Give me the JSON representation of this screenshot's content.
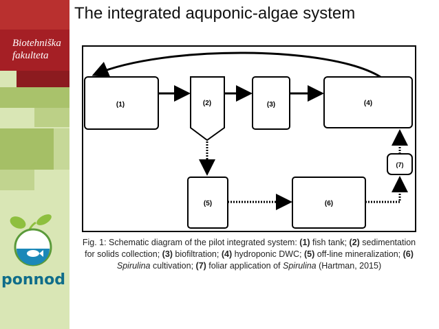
{
  "sidebar": {
    "university_line1": "Biotehniška",
    "university_line2": "fakulteta",
    "logo_name": "ponnod",
    "logo_icon": "sprout-fish-logo"
  },
  "slide": {
    "title": "The integrated aquponic-algae system"
  },
  "diagram": {
    "nodes": [
      {
        "id": "n1",
        "label": "(1)"
      },
      {
        "id": "n2",
        "label": "(2)"
      },
      {
        "id": "n3",
        "label": "(3)"
      },
      {
        "id": "n4",
        "label": "(4)"
      },
      {
        "id": "n5",
        "label": "(5)"
      },
      {
        "id": "n6",
        "label": "(6)"
      },
      {
        "id": "n7",
        "label": "(7)"
      }
    ],
    "edges": [
      {
        "from": "n1",
        "to": "n2",
        "style": "solid"
      },
      {
        "from": "n2",
        "to": "n3",
        "style": "solid"
      },
      {
        "from": "n3",
        "to": "n4",
        "style": "solid"
      },
      {
        "from": "n4",
        "to": "n1",
        "style": "solid-curved"
      },
      {
        "from": "n2",
        "to": "n5",
        "style": "dotted"
      },
      {
        "from": "n5",
        "to": "n6",
        "style": "dotted"
      },
      {
        "from": "n6",
        "to": "n7",
        "style": "dotted"
      },
      {
        "from": "n7",
        "to": "n4",
        "style": "dotted"
      }
    ]
  },
  "caption": {
    "t1": "Fig. 1: Schematic diagram of the pilot integrated system: ",
    "n1": "(1)",
    "t2": " fish tank; ",
    "n2": "(2)",
    "t3": " sedimentation for solids collection; ",
    "n3": "(3)",
    "t4": " biofiltration; ",
    "n4": "(4)",
    "t5": " hydroponic DWC; ",
    "n5": "(5)",
    "t6": " off-line mineralization; ",
    "n6": "(6)",
    "t7a": " ",
    "spirulina1": "Spirulina",
    "t7": " cultivation; ",
    "n7": "(7)",
    "t8": " foliar application of ",
    "spirulina2": "Spirulina",
    "t9": "  (Hartman, 2015)"
  }
}
